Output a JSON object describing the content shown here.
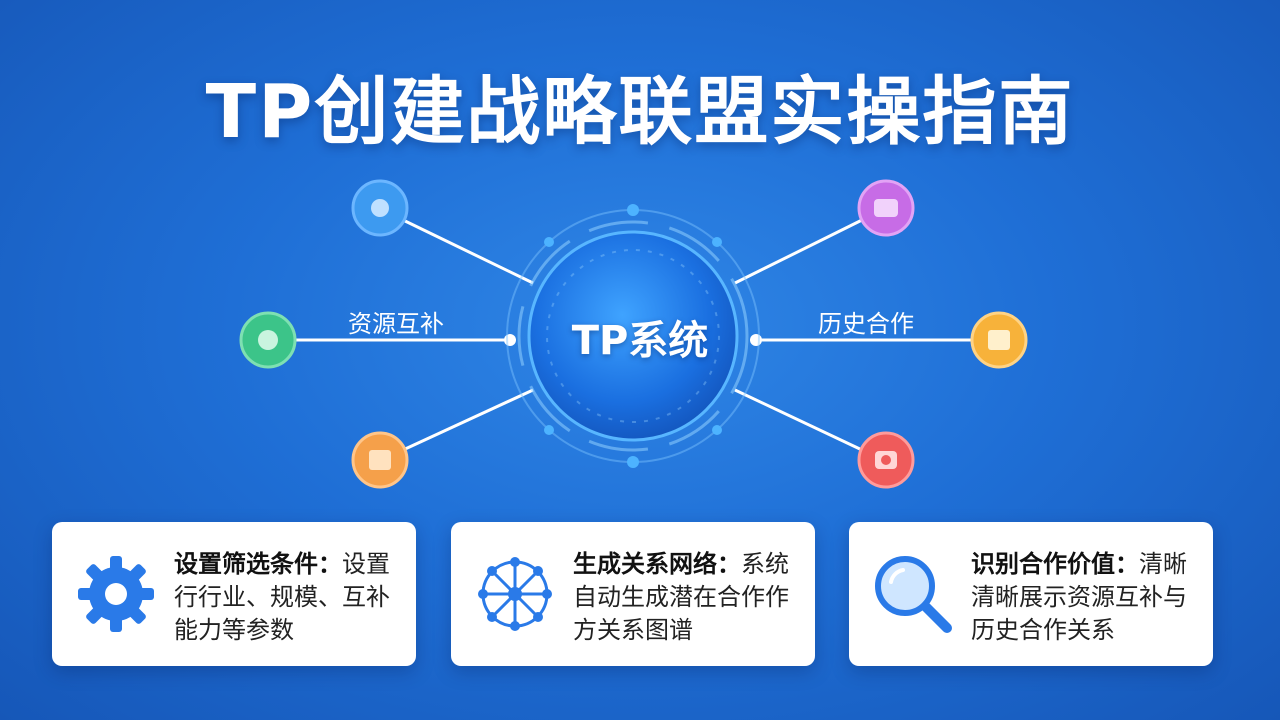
{
  "title": "TP创建战略联盟实操指南",
  "hub": {
    "label": "TP系统"
  },
  "connections": {
    "left_label": "资源互补",
    "right_label": "历史合作"
  },
  "nodes": [
    {
      "side": "left",
      "color": "#3d9af0",
      "icon": "dot-icon"
    },
    {
      "side": "left",
      "color": "#3cc489",
      "icon": "dot-icon"
    },
    {
      "side": "left",
      "color": "#f5a04a",
      "icon": "calendar-icon"
    },
    {
      "side": "right",
      "color": "#c76ce6",
      "icon": "chat-icon"
    },
    {
      "side": "right",
      "color": "#f7b23a",
      "icon": "document-icon"
    },
    {
      "side": "right",
      "color": "#ef5b5b",
      "icon": "camera-icon"
    }
  ],
  "cards": [
    {
      "head": "设置筛选条件：",
      "body": "设置行行业、规模、互补能力等参数",
      "icon": "gear-icon"
    },
    {
      "head": "生成关系网络：",
      "body": "系统自动生成潜在合作作方关系图谱",
      "icon": "network-icon"
    },
    {
      "head": "识别合作价值：",
      "body": "清晰清晰展示资源互补与历史合作关系",
      "icon": "magnifier-icon"
    }
  ],
  "colors": {
    "background": "#1f6fd6",
    "accent": "#2a7ae8",
    "card": "#ffffff"
  }
}
